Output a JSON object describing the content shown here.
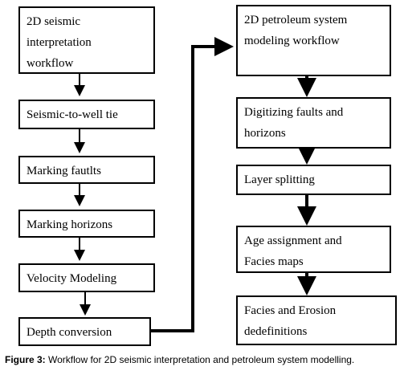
{
  "diagram": {
    "left_column": {
      "title_box": "2D seismic\ninterpretation\nworkflow",
      "steps": [
        "Seismic-to-well tie",
        "Marking fautlts",
        "Marking horizons",
        "Velocity Modeling",
        "Depth conversion"
      ]
    },
    "right_column": {
      "title_box": "2D petroleum system\nmodeling workflow",
      "steps": [
        "Digitizing faults and\nhorizons",
        "Layer splitting",
        "Age assignment and\nFacies maps",
        "Facies and Erosion\ndedefinitions"
      ]
    }
  },
  "caption": {
    "label": "Figure 3:",
    "text": " Workflow for 2D seismic interpretation and petroleum system modelling."
  }
}
